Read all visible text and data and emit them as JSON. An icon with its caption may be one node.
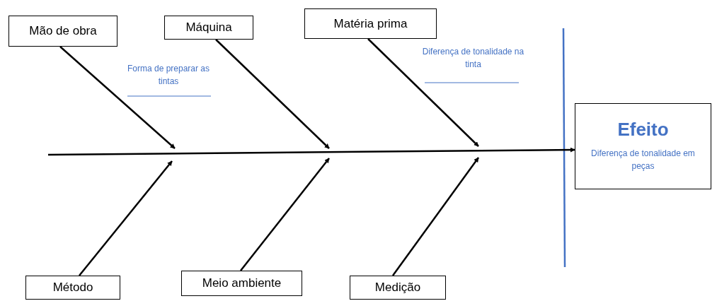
{
  "diagram": {
    "nodes": [
      {
        "text": [
          "Mão de obra"
        ]
      },
      {
        "text": [
          "Máquina"
        ]
      },
      {
        "text": [
          "Matéria prima"
        ]
      },
      {
        "text": [
          "Efeito",
          "Diferença de tonalidade em peças"
        ]
      },
      {
        "text": [
          "Método"
        ]
      },
      {
        "text": [
          "Meio ambiente"
        ]
      },
      {
        "text": [
          "Medição"
        ]
      }
    ],
    "edges": [
      {
        "from": null,
        "to": 3,
        "arrow": "to"
      },
      {
        "from": 0,
        "to": null,
        "arrow": "to"
      },
      {
        "from": 1,
        "to": null,
        "arrow": "to"
      },
      {
        "from": 2,
        "to": null,
        "arrow": "to"
      },
      {
        "from": 4,
        "to": null,
        "arrow": "to"
      },
      {
        "from": 5,
        "to": null,
        "arrow": "to"
      },
      {
        "from": 6,
        "to": null,
        "arrow": "to"
      }
    ],
    "labels": [
      "Forma de preparar as tintas",
      "Diferença de tonalidade na tinta"
    ]
  }
}
